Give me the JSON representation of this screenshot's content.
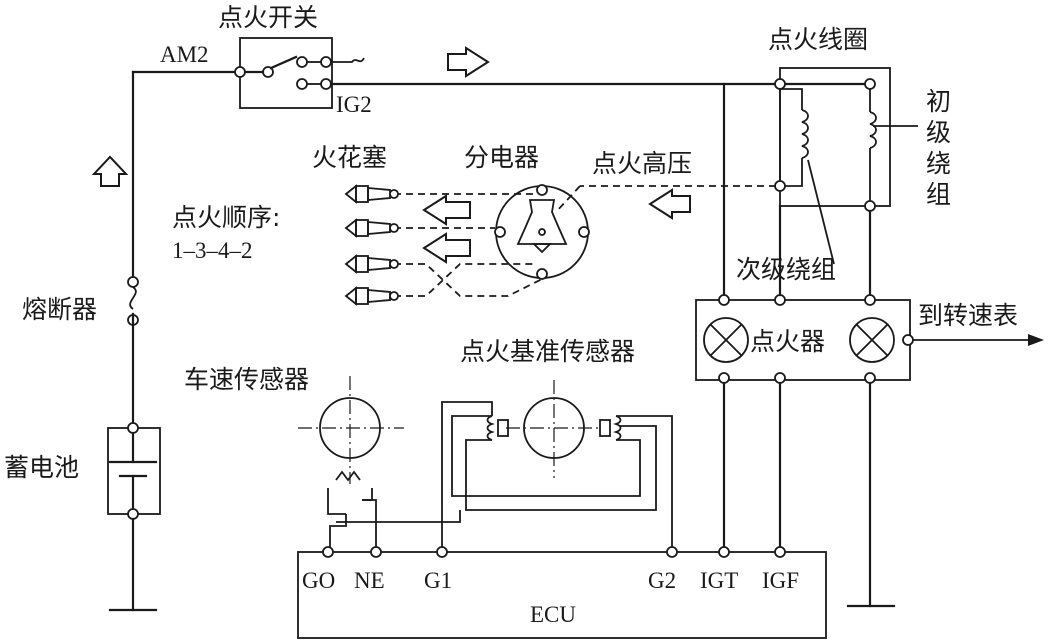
{
  "labels": {
    "ignition_switch": "点火开关",
    "am2": "AM2",
    "ig2": "IG2",
    "ignition_coil": "点火线圈",
    "primary_winding": [
      "初",
      "级",
      "绕",
      "组"
    ],
    "secondary_winding": "次级绕组",
    "spark_plug": "火花塞",
    "distributor": "分电器",
    "high_voltage": "点火高压",
    "firing_order_title": "点火顺序:",
    "firing_order_value": "1–3–4–2",
    "fuse": "熔断器",
    "battery": "蓄电池",
    "igniter": "点火器",
    "to_tachometer": "到转速表",
    "speed_sensor": "车速传感器",
    "reference_sensor": "点火基准传感器",
    "ecu": "ECU",
    "pins": {
      "go": "GO",
      "ne": "NE",
      "g1": "G1",
      "g2": "G2",
      "igt": "IGT",
      "igf": "IGF"
    }
  },
  "colors": {
    "line": "#1a1a1a",
    "background": "#ffffff"
  }
}
